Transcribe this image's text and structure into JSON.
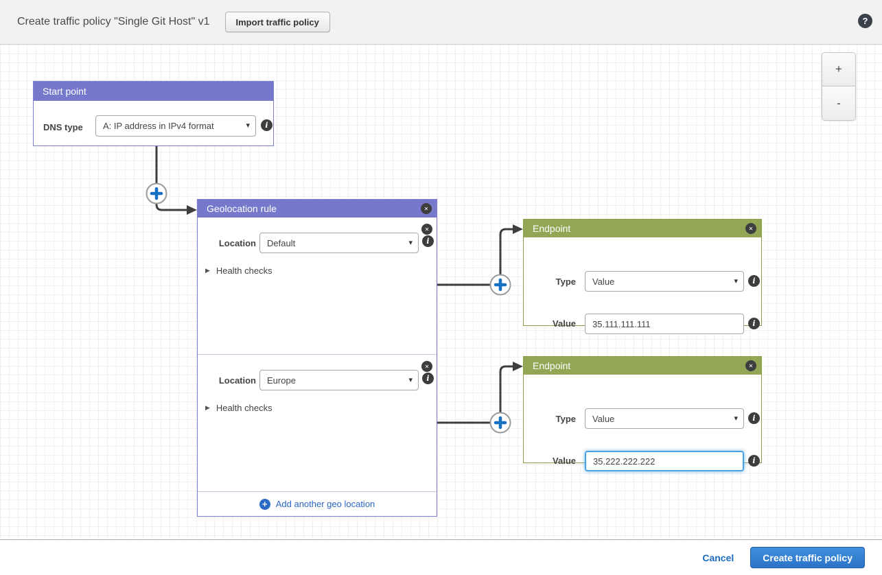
{
  "header": {
    "title": "Create traffic policy \"Single Git Host\" v1",
    "import_button_label": "Import traffic policy"
  },
  "icons": {
    "help": "?",
    "close": "✕",
    "info": "i",
    "caret": "▾",
    "expander": "▶",
    "plus": "+"
  },
  "zoom_controls": {
    "zoom_in_label": "+",
    "zoom_out_label": "-"
  },
  "start_point": {
    "title": "Start point",
    "dns_type_label": "DNS type",
    "dns_type_value": "A: IP address in IPv4 format"
  },
  "geolocation_rule": {
    "title": "Geolocation rule",
    "location_label": "Location",
    "health_checks_label": "Health checks",
    "add_button_label": "Add another geo location",
    "locations": [
      {
        "value": "Default"
      },
      {
        "value": "Europe"
      }
    ]
  },
  "endpoints": [
    {
      "title": "Endpoint",
      "type_label": "Type",
      "type_value": "Value",
      "value_label": "Value",
      "value_text": "35.111.111.111",
      "focused": false
    },
    {
      "title": "Endpoint",
      "type_label": "Type",
      "type_value": "Value",
      "value_label": "Value",
      "value_text": "35.222.222.222",
      "focused": true
    }
  ],
  "footer": {
    "cancel_label": "Cancel",
    "create_button_label": "Create traffic policy"
  },
  "colors": {
    "rule_header_purple": "#7679cb",
    "endpoint_header_green": "#93a655",
    "primary_blue": "#2f77c9",
    "link_blue": "#1a6cc0",
    "connector_gray": "#3e3e3e",
    "plus_blue": "#1570c4"
  }
}
